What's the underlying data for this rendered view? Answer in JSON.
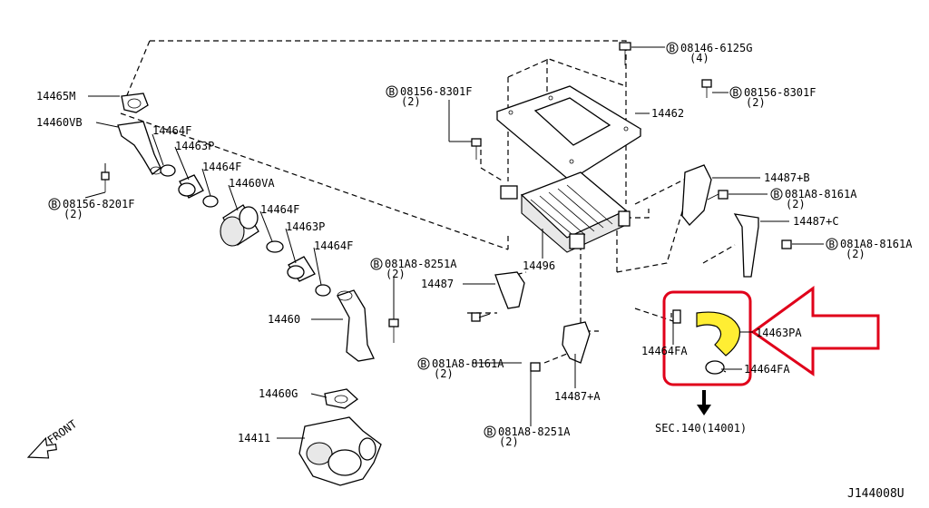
{
  "labels": {
    "p14465M": "14465M",
    "p14460VB": "14460VB",
    "p14464F_1": "14464F",
    "p14463P_1": "14463P",
    "p14464F_2": "14464F",
    "p14460VA": "14460VA",
    "p14464F_3": "14464F",
    "p14463P_2": "14463P",
    "p14464F_4": "14464F",
    "b08156_8201F": "08156-8201F",
    "b08156_8201F_qty": "(2)",
    "p14460": "14460",
    "p14460G": "14460G",
    "p14411": "14411",
    "front": "FRONT",
    "b08156_8301F_a": "08156-8301F",
    "b08156_8301F_a_qty": "(2)",
    "p14462": "14462",
    "b08146_6125G": "08146-6125G",
    "b08146_6125G_qty": "(4)",
    "b08156_8301F_b": "08156-8301F",
    "b08156_8301F_b_qty": "(2)",
    "p14487B": "14487+B",
    "b081A8_8161A_a": "081A8-8161A",
    "b081A8_8161A_a_qty": "(2)",
    "p14487C": "14487+C",
    "b081A8_8161A_b": "081A8-8161A",
    "b081A8_8161A_b_qty": "(2)",
    "p14496": "14496",
    "b081A8_8251A_a": "081A8-8251A",
    "b081A8_8251A_a_qty": "(2)",
    "p14487": "14487",
    "b081A8_8161A_c": "081A8-8161A",
    "b081A8_8161A_c_qty": "(2)",
    "p14487A": "14487+A",
    "b081A8_8251A_b": "081A8-8251A",
    "b081A8_8251A_b_qty": "(2)",
    "p14464FA_1": "14464FA",
    "p14463PA": "14463PA",
    "p14464FA_2": "14464FA",
    "sec": "SEC.140(14001)",
    "diagram_id": "J144008U"
  },
  "bolt_marker": "B",
  "colors": {
    "highlight_part": "#ffee33",
    "highlight_box": "#e0001a",
    "line": "#000000"
  }
}
